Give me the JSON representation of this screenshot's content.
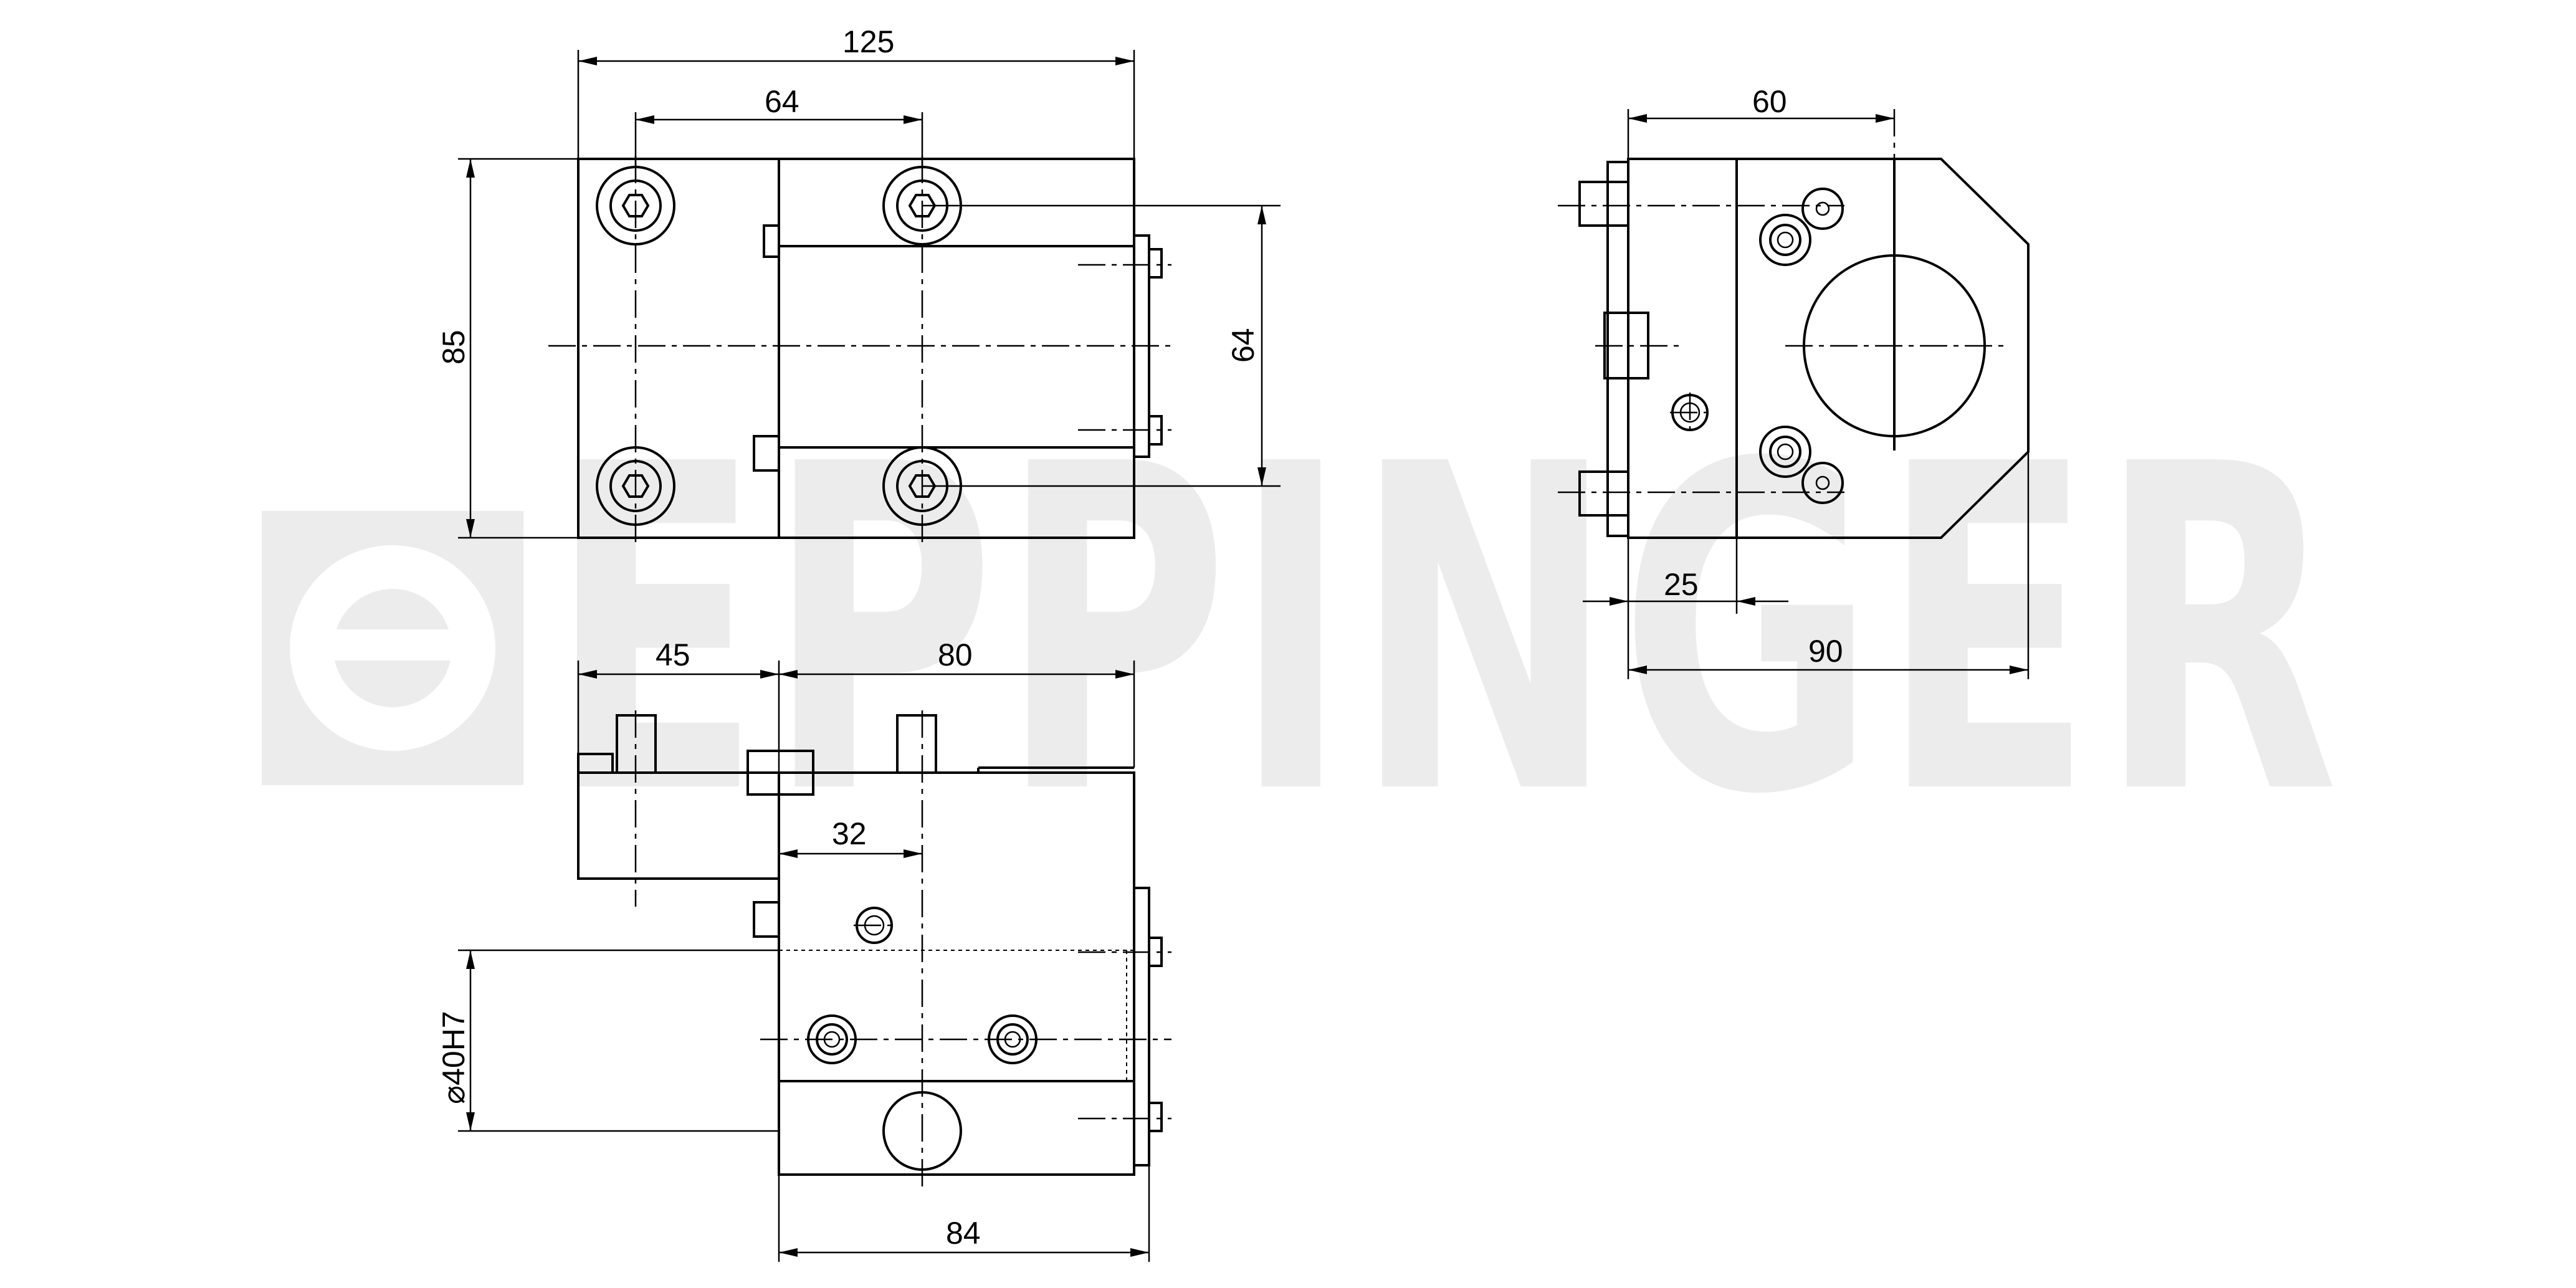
{
  "watermark": {
    "brand": "EPPINGER"
  },
  "dimensions": {
    "top_width_overall": "125",
    "top_bolt_spacing": "64",
    "top_height_overall": "85",
    "top_right_height": "64",
    "side_width_60": "60",
    "side_offset_25": "25",
    "side_width_overall": "90",
    "front_left_45": "45",
    "front_right_80": "80",
    "front_offset_32": "32",
    "front_bore": "⌀40H7",
    "front_bottom_84": "84"
  }
}
